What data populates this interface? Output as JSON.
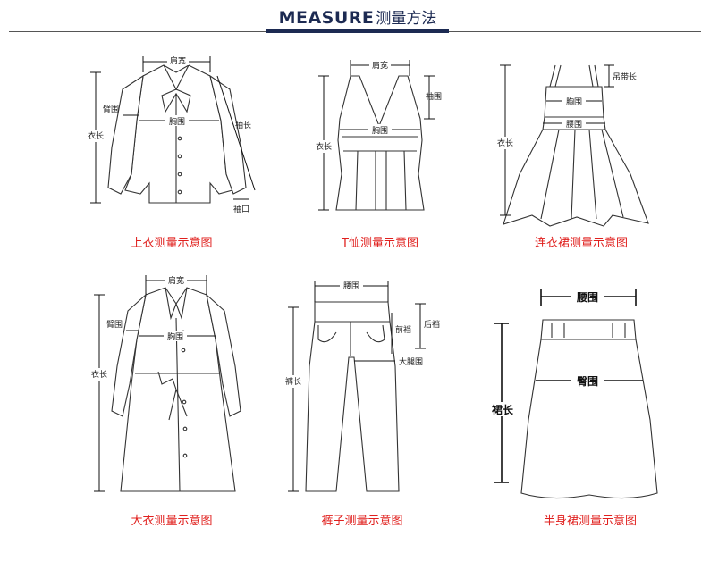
{
  "header": {
    "title_en": "MEASURE",
    "title_zh": "测量方法"
  },
  "panels": [
    {
      "caption": "上衣测量示意图",
      "labels": {
        "shoulder": "肩宽",
        "arm": "臂围",
        "chest": "胸围",
        "sleeve": "袖长",
        "length": "衣长",
        "cuff": "袖口"
      }
    },
    {
      "caption": "T恤测量示意图",
      "labels": {
        "shoulder": "肩宽",
        "armhole": "袖围",
        "chest": "胸围",
        "length": "衣长"
      }
    },
    {
      "caption": "连衣裙测量示意图",
      "labels": {
        "strap": "吊带长",
        "chest": "胸围",
        "waist": "腰围",
        "length": "衣长"
      }
    },
    {
      "caption": "大衣测量示意图",
      "labels": {
        "shoulder": "肩宽",
        "arm": "臂围",
        "chest": "胸围",
        "length": "衣长"
      }
    },
    {
      "caption": "裤子测量示意图",
      "labels": {
        "waist": "腰围",
        "front_rise": "前裆",
        "back_rise": "后裆",
        "thigh": "大腿围",
        "length": "裤长"
      }
    },
    {
      "caption": "半身裙测量示意图",
      "labels": {
        "waist": "腰围",
        "hip": "臀围",
        "length": "裙长"
      }
    }
  ]
}
